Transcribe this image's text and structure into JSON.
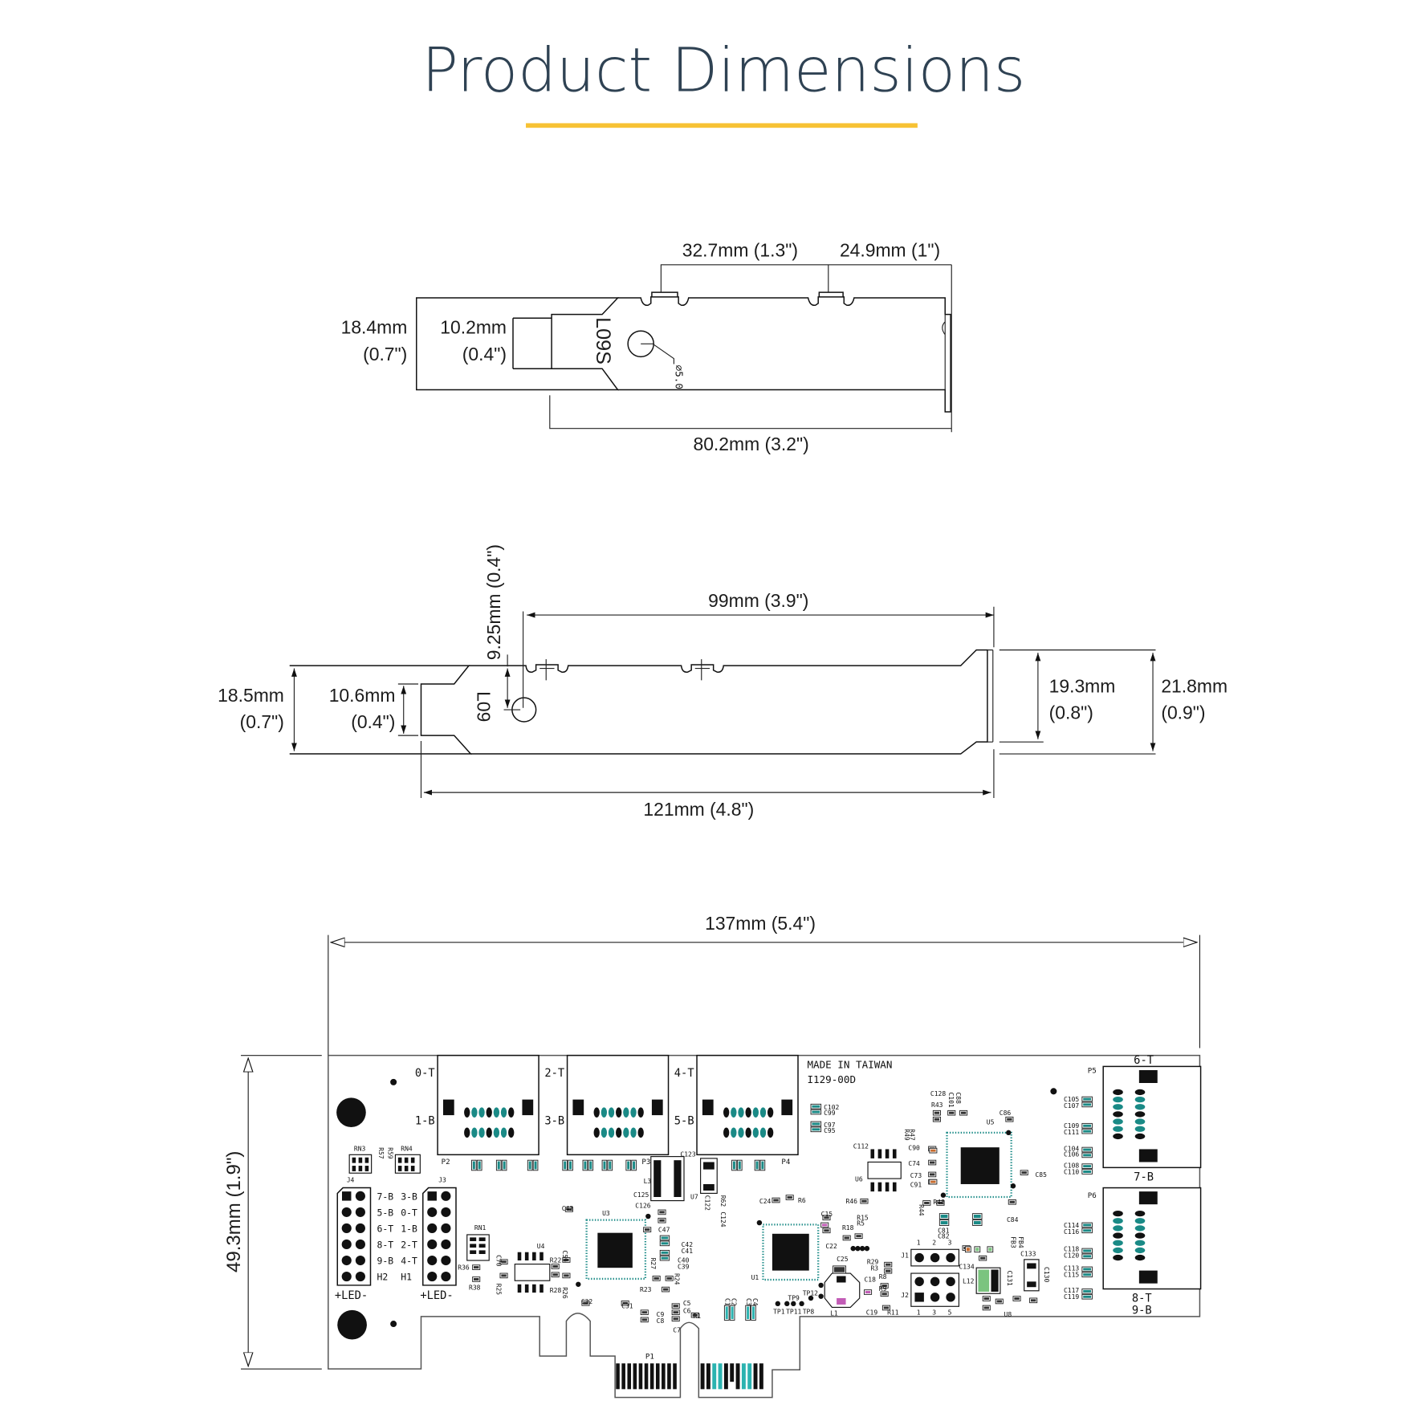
{
  "header": {
    "title": "Product Dimensions",
    "underline_color": "#f7c234",
    "title_color": "#2f4253"
  },
  "low_profile_bracket": {
    "dims": {
      "slot_spacing": "32.7mm (1.3\")",
      "end_offset": "24.9mm (1\")",
      "height_mm": "18.4mm",
      "height_in": "(0.7\")",
      "tab_mm": "10.2mm",
      "tab_in": "(0.4\")",
      "length": "80.2mm (3.2\")"
    },
    "part_label": "L09S",
    "hole_label": "⌀5.0"
  },
  "full_profile_bracket": {
    "dims": {
      "hole_offset": "9.25mm (0.4\")",
      "slot_span": "99mm (3.9\")",
      "height_mm": "18.5mm",
      "height_in": "(0.7\")",
      "tab_mm": "10.6mm",
      "tab_in": "(0.4\")",
      "flange_mm": "19.3mm",
      "flange_in": "(0.8\")",
      "total_mm": "21.8mm",
      "total_in": "(0.9\")",
      "length": "121mm (4.8\")"
    },
    "part_label": "L09"
  },
  "pcb": {
    "dims": {
      "width": "137mm (5.4\")",
      "height": "49.3mm (1.9\")"
    },
    "silkscreen": {
      "made_in": "MADE IN TAIWAN",
      "part_no": "I129-00D"
    },
    "ports": [
      {
        "ref": "P2",
        "top": "0-T",
        "bottom": "1-B"
      },
      {
        "ref": "P3",
        "top": "2-T",
        "bottom": "3-B"
      },
      {
        "ref": "P4",
        "top": "4-T",
        "bottom": "5-B"
      },
      {
        "ref": "P5",
        "top": "6-T",
        "bottom": "7-B"
      },
      {
        "ref": "P6",
        "top": "8-T",
        "bottom": "9-B"
      }
    ],
    "headers": {
      "j4_label": "J4",
      "j3_label": "J3",
      "pin_labels_left": [
        "7-B",
        "5-B",
        "6-T",
        "8-T",
        "9-B",
        "H2"
      ],
      "pin_labels_right": [
        "3-B",
        "0-T",
        "1-B",
        "2-T",
        "4-T",
        "H1"
      ],
      "led_label": "+LED-"
    },
    "refs": {
      "rn3": "RN3",
      "rn4": "RN4",
      "rn1": "RN1",
      "r57": "R57",
      "r59": "R59",
      "u3": "U3",
      "u4": "U4",
      "u1": "U1",
      "u5": "U5",
      "u6": "U6",
      "u7": "U7",
      "u8": "U8",
      "p1": "P1",
      "l1": "L1",
      "l3": "L3",
      "l12": "L12",
      "j1": "J1",
      "j2": "J2",
      "c43": "C43",
      "c47": "C47",
      "c42": "C42",
      "c41": "C41",
      "c40": "C40",
      "c39": "C39",
      "c32": "C32",
      "c31": "C31",
      "c9": "C9",
      "c8": "C8",
      "c5": "C5",
      "c6": "C6",
      "c7": "C7",
      "r1": "R1",
      "r22": "R22",
      "r28": "R28",
      "r26": "R26",
      "r36": "R36",
      "r38": "R38",
      "r25": "R25",
      "c70": "C70",
      "c59": "C59",
      "r27": "R27",
      "r24": "R24",
      "r23": "R23",
      "c125": "C125",
      "c126": "C126",
      "c123": "C123",
      "c122": "C122",
      "r62": "R62",
      "c124": "C124",
      "c24": "C24",
      "r6": "R6",
      "c102": "C102",
      "c99": "C99",
      "c97": "C97",
      "c95": "C95",
      "c112": "C112",
      "r46": "R46",
      "c15": "C15",
      "r15": "R15",
      "r5": "R5",
      "r18": "R18",
      "c22": "C22",
      "c25": "C25",
      "c18": "C18",
      "c19": "C19",
      "r29": "R29",
      "r3": "R3",
      "r8": "R8",
      "r9": "R9",
      "r11": "R11",
      "tp1": "TP1",
      "tp11": "TP11",
      "tp8": "TP8",
      "tp9": "TP9",
      "tp12": "TP12",
      "c128": "C128",
      "r43": "R43",
      "c101": "C101",
      "c88": "C88",
      "c86": "C86",
      "r47": "R47",
      "r49": "R49",
      "c90": "C90",
      "c74": "C74",
      "c73": "C73",
      "c91": "C91",
      "c85": "C85",
      "c84": "C84",
      "c81": "C81",
      "c82": "C82",
      "r48": "R48",
      "r44": "R44",
      "c133": "C133",
      "c130": "C130",
      "c131": "C131",
      "c134": "C134",
      "fb3": "FB3",
      "fb4": "FB4",
      "c1": "C1",
      "c2": "C2",
      "c3": "C3",
      "c4": "C4",
      "c105": "C105",
      "c107": "C107",
      "c109": "C109",
      "c111": "C111",
      "c104": "C104",
      "c106": "C106",
      "c108": "C108",
      "c110": "C110",
      "c114": "C114",
      "c116": "C116",
      "c118": "C118",
      "c120": "C120",
      "c113": "C113",
      "c115": "C115",
      "c117": "C117",
      "c119": "C119",
      "j1_pins": [
        "1",
        "2",
        "3"
      ],
      "j2_pins": [
        "1",
        "3",
        "5"
      ]
    }
  }
}
